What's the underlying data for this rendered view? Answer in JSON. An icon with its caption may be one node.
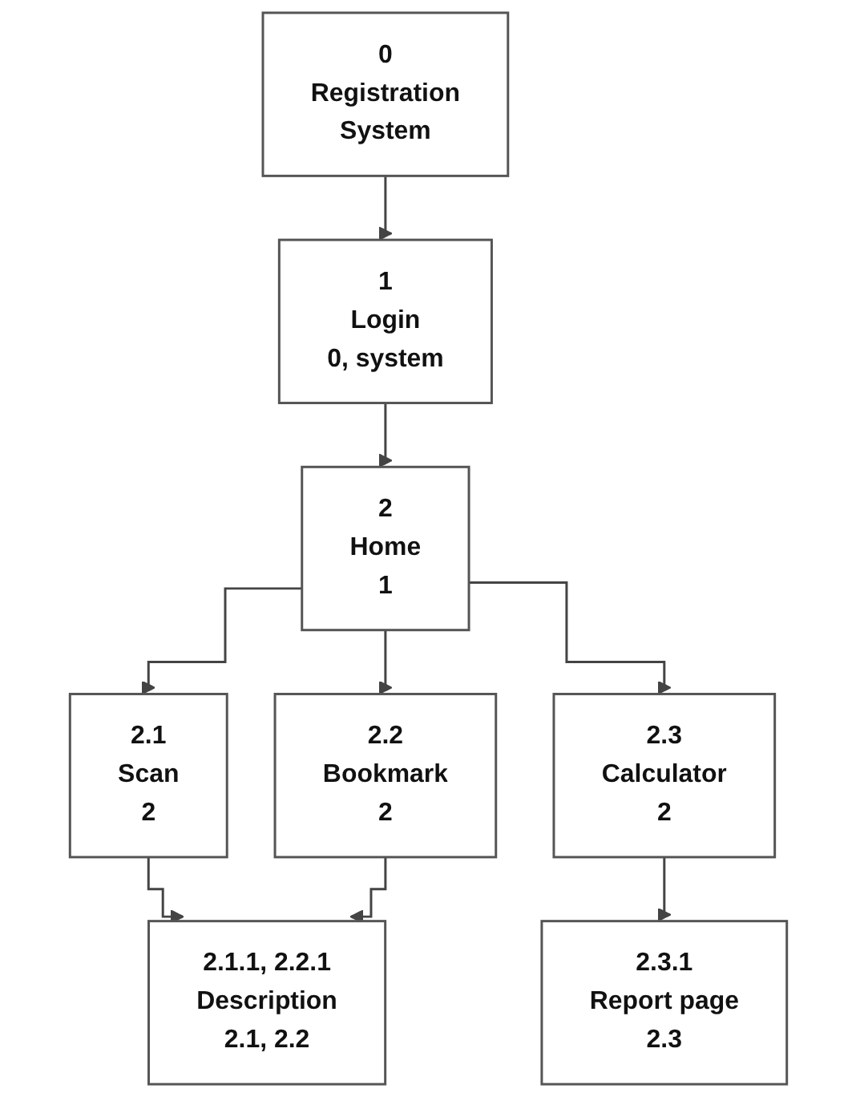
{
  "diagram": {
    "nodes": [
      {
        "text": [
          "0",
          "Registration",
          "System"
        ]
      },
      {
        "text": [
          "1",
          "Login",
          "0, system"
        ]
      },
      {
        "text": [
          "2",
          "Home",
          "1"
        ]
      },
      {
        "text": [
          "2.1",
          "Scan",
          "2"
        ]
      },
      {
        "text": [
          "2.2",
          "Bookmark",
          "2"
        ]
      },
      {
        "text": [
          "2.3",
          "Calculator",
          "2"
        ]
      },
      {
        "text": [
          "2.1.1, 2.2.1",
          "Description",
          "2.1, 2.2"
        ]
      },
      {
        "text": [
          "2.3.1",
          "Report page",
          "2.3"
        ]
      }
    ],
    "edges": [
      {
        "from": 0,
        "to": 1,
        "arrow": "to"
      },
      {
        "from": 1,
        "to": 2,
        "arrow": "to"
      },
      {
        "from": 2,
        "to": 3,
        "arrow": "to"
      },
      {
        "from": 2,
        "to": 4,
        "arrow": "to"
      },
      {
        "from": 2,
        "to": 5,
        "arrow": "to"
      },
      {
        "from": 3,
        "to": 6,
        "arrow": "to"
      },
      {
        "from": 4,
        "to": 6,
        "arrow": "to"
      },
      {
        "from": 5,
        "to": 7,
        "arrow": "to"
      }
    ]
  }
}
